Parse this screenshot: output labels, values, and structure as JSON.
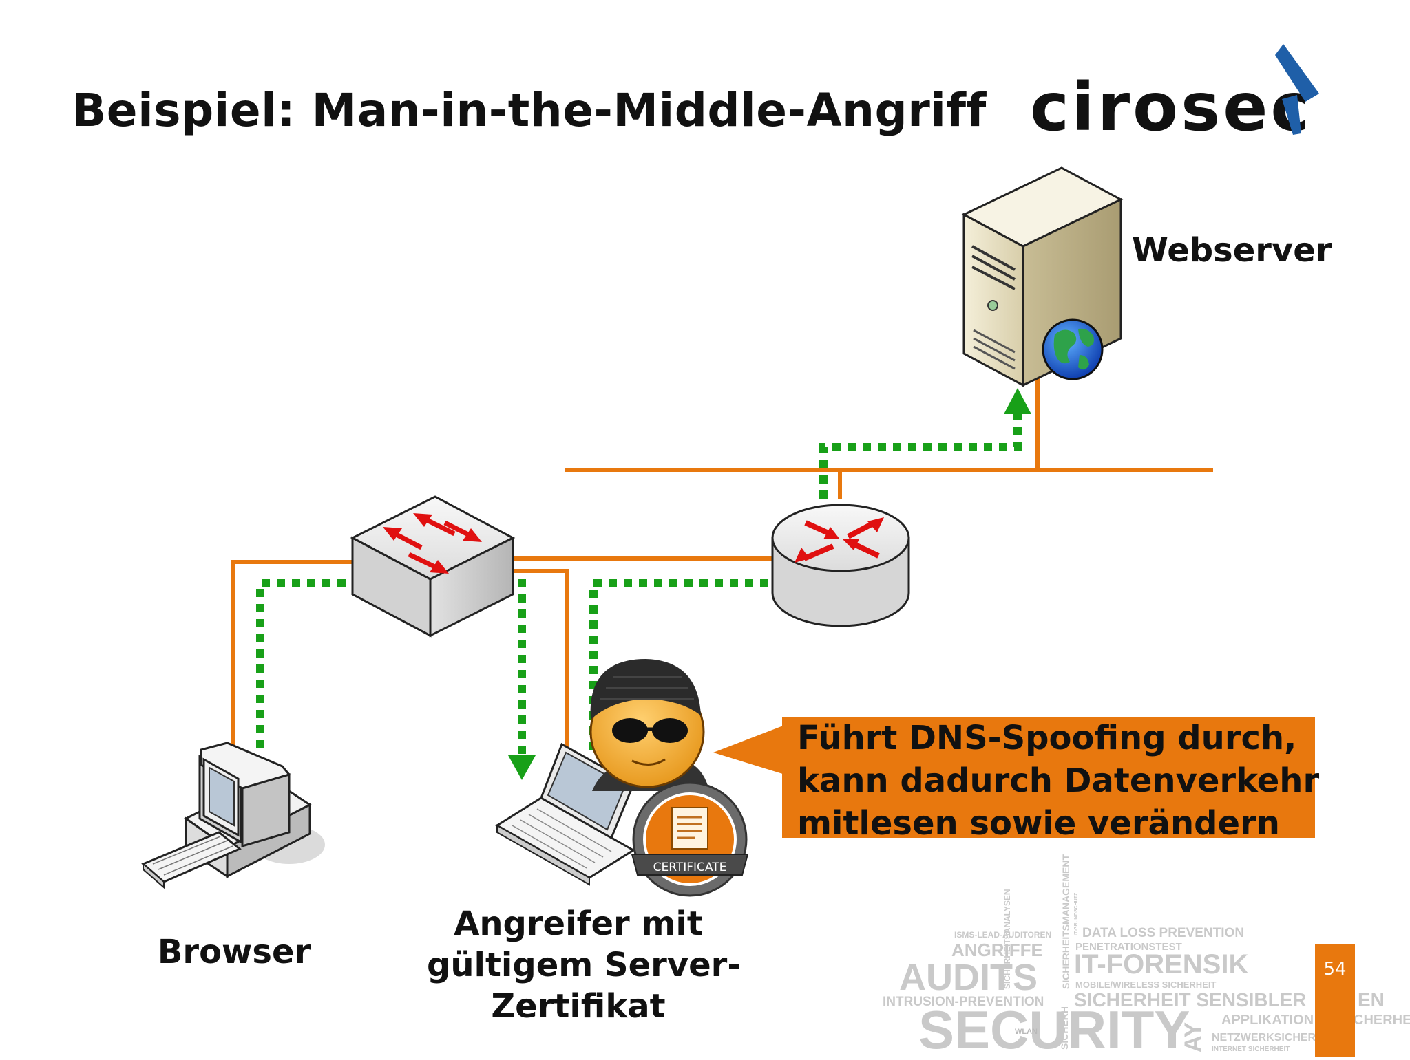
{
  "title": "Beispiel: Man-in-the-Middle-Angriff",
  "logo": {
    "text": "cirosec"
  },
  "nodes": {
    "webserver": {
      "label": "Webserver",
      "icon": "server-icon",
      "badge": "globe-icon"
    },
    "browser": {
      "label": "Browser",
      "icon": "desktop-computer-icon"
    },
    "attacker": {
      "label_lines": [
        "Angreifer mit",
        "gültigem Server-",
        "Zertifikat"
      ],
      "icon": "hacker-icon",
      "device": "laptop-icon",
      "certificate_label": "CERTIFICATE"
    },
    "switch": {
      "icon": "switch-icon"
    },
    "router": {
      "icon": "router-icon"
    }
  },
  "callout": {
    "lines": [
      "Führt DNS-Spoofing durch,",
      "kann dadurch Datenverkehr",
      "mitlesen sowie verändern"
    ]
  },
  "page_number": "54",
  "word_cloud": [
    "ISMS-LEAD-AUDITOREN",
    "ANGRIFFE",
    "AUDITS",
    "INTRUSION-PREVENTION",
    "SECURITY",
    "WLAN",
    "DATA LOSS PREVENTION",
    "PENETRATIONSTEST",
    "IT-FORENSIK",
    "MOBILE/WIRELESS SICHERHEIT",
    "SICHERHEIT SENSIBLER",
    "EN",
    "APPLIKATION",
    "CHERHE",
    "NETZWERKSICHER",
    "INTERNET SICHERHEIT",
    "SICHERHEITSANALYSEN",
    "SICHERHEITSMANAGEMENT",
    "IT-GRUNDSCHUTZ",
    "SICHERH",
    "AY"
  ],
  "colors": {
    "accent": "#e8780e",
    "link_line": "#e8780e",
    "traffic_path": "#18a018",
    "arrow_red": "#e01010",
    "logo_blue": "#1f5fa8"
  }
}
